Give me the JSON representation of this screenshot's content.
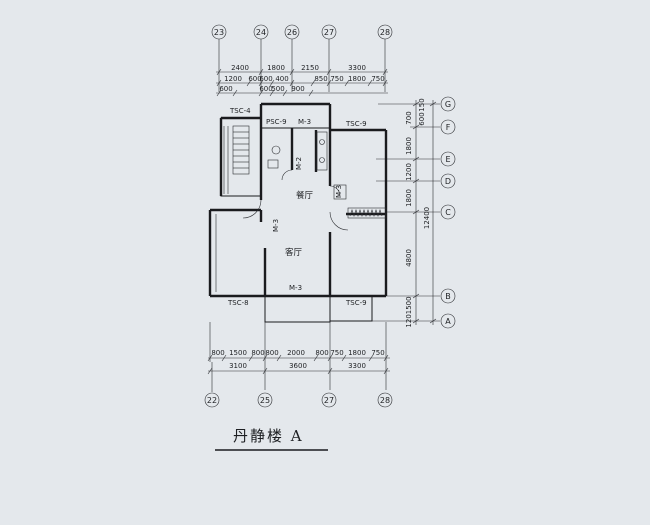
{
  "title": "丹静楼 A",
  "top_axes": [
    "23",
    "24",
    "26",
    "27",
    "28"
  ],
  "bottom_axes": [
    "22",
    "25",
    "27",
    "28"
  ],
  "right_axes": [
    "G",
    "F",
    "E",
    "D",
    "C",
    "B",
    "A"
  ],
  "top_dims": {
    "row1": [
      "2400",
      "1800",
      "2150",
      "3300"
    ],
    "row2": [
      "1200",
      "600",
      "600",
      "400",
      "850",
      "750",
      "1800",
      "750"
    ],
    "row3": [
      "600",
      "600",
      "500",
      "900"
    ]
  },
  "bottom_dims": {
    "row1": [
      "800",
      "1500",
      "800",
      "800",
      "2000",
      "800",
      "750",
      "1800",
      "750"
    ],
    "row2": [
      "3100",
      "3600",
      "3300"
    ]
  },
  "right_dims": {
    "inner": [
      "700",
      "1800",
      "1200",
      "1800",
      "4800",
      "1201500"
    ],
    "small": [
      "150",
      "600"
    ],
    "outer": "12400"
  },
  "window_labels": [
    "TSC-4",
    "PSC-9",
    "TSC-9",
    "TSC-8",
    "TSC-9"
  ],
  "door_labels": [
    "M-3",
    "M-2",
    "M-3",
    "M-3",
    "M-3"
  ],
  "rooms": {
    "dining": "餐厅",
    "living": "客厅"
  }
}
